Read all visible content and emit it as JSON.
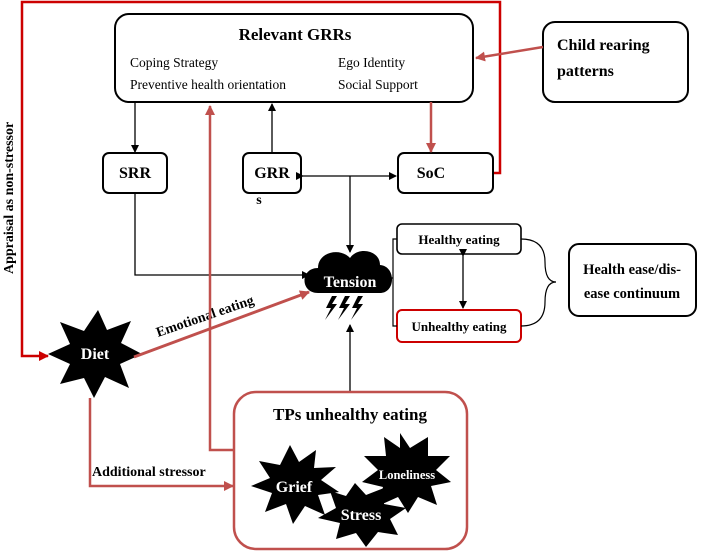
{
  "colors": {
    "accent_red": "#c0504d",
    "bright_red": "#cc0000",
    "ink": "#000000",
    "background": "#ffffff"
  },
  "grrs": {
    "title": "Relevant GRRs",
    "items": [
      "Coping Strategy",
      "Ego Identity",
      "Preventive health orientation",
      "Social Support"
    ]
  },
  "child_rearing": {
    "line1": "Child rearing",
    "line2": "patterns"
  },
  "srr": "SRR",
  "grr": {
    "line1": "GRR",
    "line2": "s"
  },
  "soc": "SoC",
  "tension": "Tension",
  "healthy_eating": "Healthy eating",
  "unhealthy_eating": "Unhealthy eating",
  "health_continuum": {
    "line1": "Health ease/dis-",
    "line2": "ease continuum"
  },
  "diet": "Diet",
  "emotional_eating": "Emotional eating",
  "additional_stressor": "Additional stressor",
  "appraisal": "Appraisal as non-stressor",
  "tps": {
    "title": "TPs unhealthy eating",
    "grief": "Grief",
    "stress": "Stress",
    "loneliness": "Loneliness"
  },
  "icons": [
    "storm-cloud-icon",
    "lightning-icon"
  ]
}
